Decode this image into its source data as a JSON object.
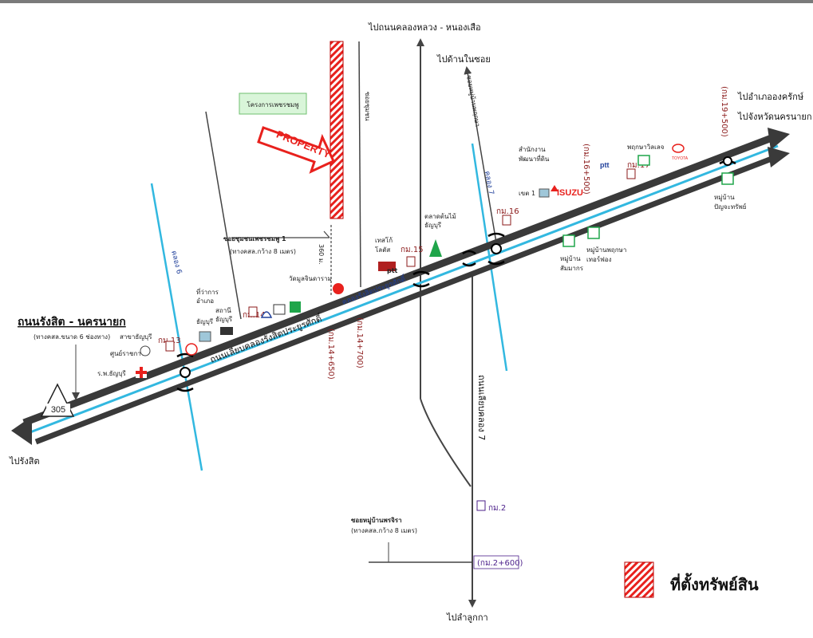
{
  "colors": {
    "road": "#3a3a3a",
    "canal": "#32b8e0",
    "property": "#e8211d",
    "km_text": "#8b1a1a",
    "km2_text": "#4b1f8a",
    "frame": "#7a7a7a"
  },
  "main_road": {
    "name": "ถนนรังสิต - นครนายก",
    "subtitle": "(ทางคสล.ขนาด 6 ช่องทาง)",
    "route_number": "305"
  },
  "directions": {
    "to_rangsit": "ไปรังสิต",
    "to_ongkharak": "ไปอำเภอองครักษ์",
    "to_nakhon_nayok": "ไปจังหวัดนครนายก",
    "to_khlong_luang": "ไปถนนคลองหลวง - หนองเสือ",
    "to_inner_soi": "ไปด้านในซอย",
    "to_lam_luk_ka": "ไปลำลูกกา"
  },
  "property": {
    "arrow_label": "PROPERTY",
    "project_label": "โครงการเพชรชมพู"
  },
  "roads": {
    "soi_phetchomphu": "ซอยชุมชนเพชรชมพู 1",
    "soi_phetchomphu_sub": "(ทางคสล.กว้าง 8 เมตร)",
    "soi_mu_ban": "ซอยหมู่บ้านพรจิรา",
    "soi_mu_ban_sub": "(ทางคสล.กว้าง 8 เมตร)",
    "frontage": "ถนนเลียบคลองรังสิตประยูรศักดิ์",
    "canal_name": "คลองรังสิตประยูรศักดิ์",
    "lieb_khlong_7": "ถนนเลียบคลอง 7",
    "klong6": "คลอง 6",
    "klong7": "คลอง 7",
    "soi_right": "ซอยหมู่บ้านพฤกษา",
    "soi_left": "ซอยชุมชน"
  },
  "km_markers": {
    "km13": "กม.13",
    "km14": "กม.14",
    "km14_650": "(กม.14+650)",
    "km14_700": "(กม.14+700)",
    "km15": "กม.15",
    "km16": "กม.16",
    "km16_500": "(กม.16+500)",
    "km17": "กม.17",
    "km19_500": "(กม.19+500)",
    "km2": "กม.2",
    "km2_600": "(กม.2+600)",
    "m360": "360 ม."
  },
  "landmarks": {
    "branch_thanyaburi": "สาขาธัญบุรี",
    "court": "ศูนย์ราชการ",
    "hospital": "ร.พ.ธัญบุรี",
    "district_office": "ที่ว่าการ",
    "district_office_2": "อำเภอ",
    "police": "สถานี",
    "police_2": "ธัญบุรี",
    "school": "ธัญบุรี",
    "temple": "วัดมูลจินดาราม",
    "market": "ตลาดต้นไม้",
    "market_2": "ธัญบุรี",
    "tesco": "เทสโก้",
    "tesco_2": "โลตัส",
    "office": "สำนักงาน",
    "office_2": "พัฒนาที่ดิน",
    "school_1": "เขต 1",
    "village_1": "หมู่บ้าน",
    "village_1b": "สัมมากร",
    "village_2": "หมู่บ้านพฤกษา",
    "village_2b": "เทอร์ฟอง",
    "village_3": "หมู่บ้าน",
    "village_3b": "ปัญจะทรัพย์",
    "pruksa": "พฤกษาวิลเลจ",
    "ptt": "ptt",
    "isuzu": "ISUZU",
    "toyota": "TOYOTA"
  },
  "legend": {
    "label": "ที่ตั้งทรัพย์สิน"
  }
}
